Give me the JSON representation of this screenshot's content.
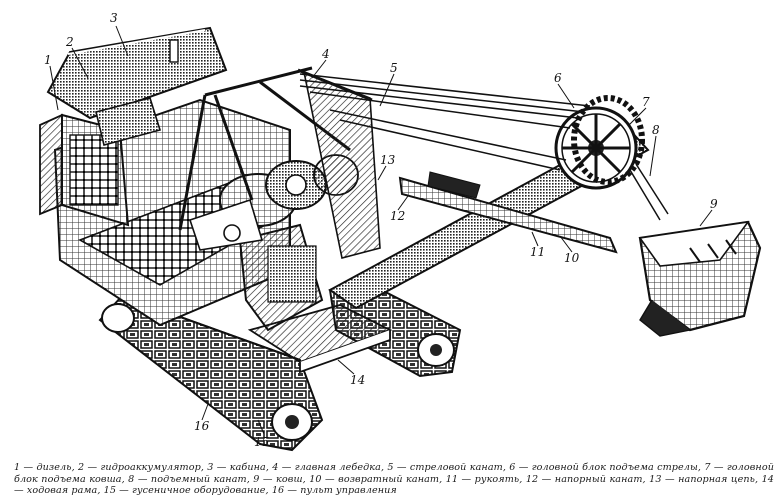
{
  "figure": {
    "callouts": [
      {
        "id": "1",
        "text": "1"
      },
      {
        "id": "2",
        "text": "2"
      },
      {
        "id": "3",
        "text": "3"
      },
      {
        "id": "4",
        "text": "4"
      },
      {
        "id": "5",
        "text": "5"
      },
      {
        "id": "6",
        "text": "6"
      },
      {
        "id": "7",
        "text": "7"
      },
      {
        "id": "8",
        "text": "8"
      },
      {
        "id": "9",
        "text": "9"
      },
      {
        "id": "10",
        "text": "10"
      },
      {
        "id": "11",
        "text": "11"
      },
      {
        "id": "12",
        "text": "12"
      },
      {
        "id": "13",
        "text": "13"
      },
      {
        "id": "14",
        "text": "14"
      },
      {
        "id": "15",
        "text": "15"
      },
      {
        "id": "16",
        "text": "16"
      }
    ]
  },
  "caption": {
    "text": "1 — дизель, 2 — гидроаккумулятор, 3 — кабина, 4 — главная лебедка, 5 — стреловой канат, 6 — головной блок подъема стрелы, 7 — головной блок подъема ковша, 8 — подъемный канат, 9 — ковш, 10 — возвратный канат, 11 — рукоять, 12 — напорный канат, 13 — напорная цепь, 14 — ходовая рама, 15 — гусеничное оборудование, 16 — пульт управления"
  },
  "colors": {
    "ink": "#1a1a1a",
    "paper": "#ffffff"
  }
}
